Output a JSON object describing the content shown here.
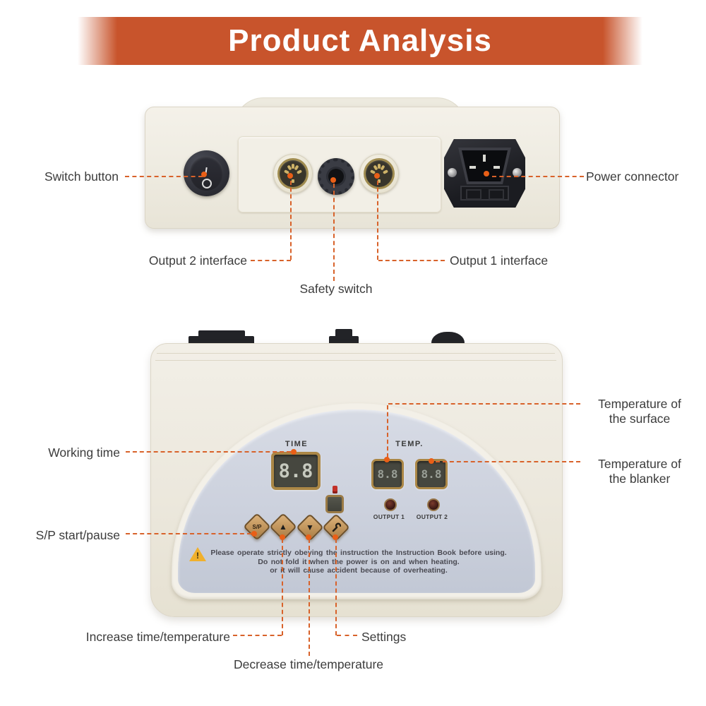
{
  "banner": {
    "title": "Product Analysis"
  },
  "colors": {
    "banner_orange": "#c8542c",
    "callout_orange": "#d8622a",
    "device_cream": "#efece2",
    "panel_gray": "#ccd1dd",
    "button_tan": "#c2945a",
    "display_frame_tan": "#ab8746",
    "warning_yellow": "#f0b02c"
  },
  "back_view": {
    "callouts": {
      "switch_button": "Switch button",
      "power_connector": "Power connector",
      "output2_interface": "Output 2 interface",
      "safety_switch": "Safety switch",
      "output1_interface": "Output 1 interface"
    }
  },
  "front_view": {
    "time_label": "TIME",
    "temp_label": "TEMP.",
    "time_value": "8.8",
    "temp1_value": "8.8",
    "temp2_value": "8.8",
    "output1_label": "OUTPUT 1",
    "output2_label": "OUTPUT 2",
    "button_sp": "S/P",
    "button_up": "▲",
    "button_down": "▼",
    "warning": {
      "line1": "Please operate strictly obeying the instruction the Instruction Book before using.",
      "line2": "Do not fold it when the power is on and when heating.",
      "line3": "or it will cause accident because of overheating."
    },
    "callouts": {
      "working_time": "Working time",
      "temp_surface_1": "Temperature of",
      "temp_surface_2": "the surface",
      "temp_blanker_1": "Temperature of",
      "temp_blanker_2": "the blanker",
      "sp_start_pause": "S/P start/pause",
      "increase": "Increase time/temperature",
      "decrease": "Decrease time/temperature",
      "settings": "Settings"
    }
  }
}
